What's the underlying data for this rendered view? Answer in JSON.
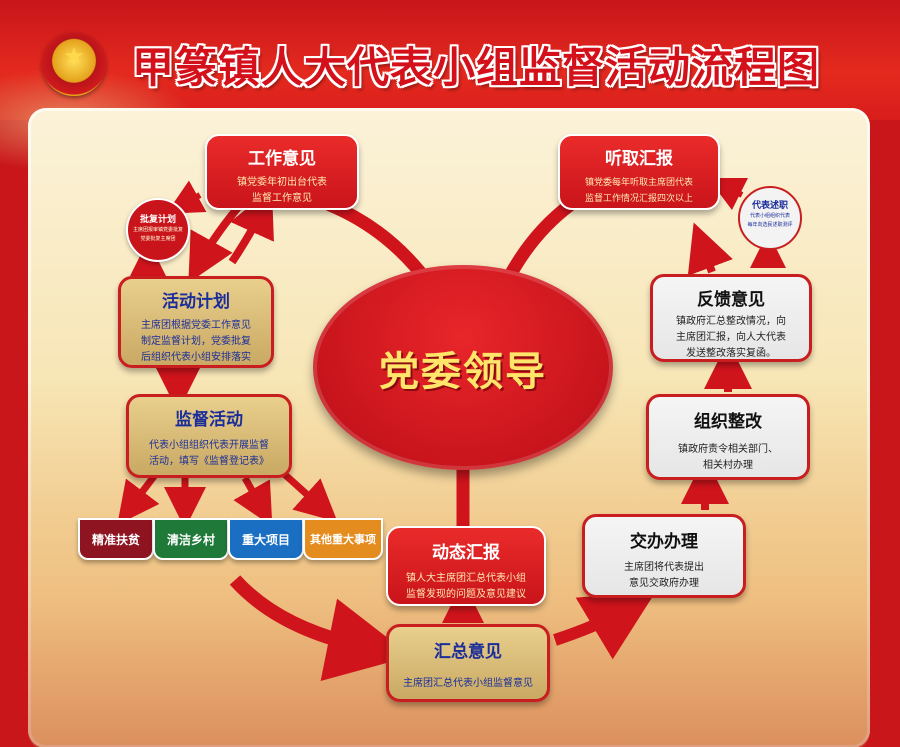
{
  "title": "甲篆镇人大代表小组监督活动流程图",
  "center": "党委领导",
  "nodes": {
    "work_opinion": {
      "title": "工作意见",
      "desc": [
        "镇党委年初出台代表",
        "监督工作意见"
      ]
    },
    "listen_report": {
      "title": "听取汇报",
      "desc": [
        "镇党委每年听取主席团代表",
        "监督工作情况汇报四次以上"
      ]
    },
    "approve_plan": {
      "title": "批复计划",
      "desc": [
        "主席团报审镇党委批复",
        "党委批复主席团"
      ]
    },
    "activity_plan": {
      "title": "活动计划",
      "desc": [
        "主席团根据党委工作意见",
        "制定监督计划，党委批复",
        "后组织代表小组安排落实"
      ]
    },
    "supervision": {
      "title": "监督活动",
      "desc": [
        "代表小组组织代表开展监督",
        "活动，填写《监督登记表》"
      ]
    },
    "dynamic_report": {
      "title": "动态汇报",
      "desc": [
        "镇人大主席团汇总代表小组",
        "监督发现的问题及意见建议"
      ]
    },
    "summary": {
      "title": "汇总意见",
      "desc": [
        "主席团汇总代表小组监督意见"
      ]
    },
    "assign": {
      "title": "交办办理",
      "desc": [
        "主席团将代表提出",
        "意见交政府办理"
      ]
    },
    "rectify": {
      "title": "组织整改",
      "desc": [
        "镇政府责令相关部门、",
        "相关村办理"
      ]
    },
    "feedback": {
      "title": "反馈意见",
      "desc": [
        "镇政府汇总整改情况，向",
        "主席团汇报，向人大代表",
        "发送整改落实复函。"
      ]
    },
    "rep_report": {
      "title": "代表述职",
      "desc": [
        "代表小组组织代表",
        "每年向选民述职测评"
      ]
    }
  },
  "tags": [
    {
      "label": "精准扶贫",
      "color": "#8d1420"
    },
    {
      "label": "清洁乡村",
      "color": "#1f7a3a"
    },
    {
      "label": "重大项目",
      "color": "#1a6fc2"
    },
    {
      "label": "其他重大事项",
      "color": "#e48c1e"
    }
  ]
}
